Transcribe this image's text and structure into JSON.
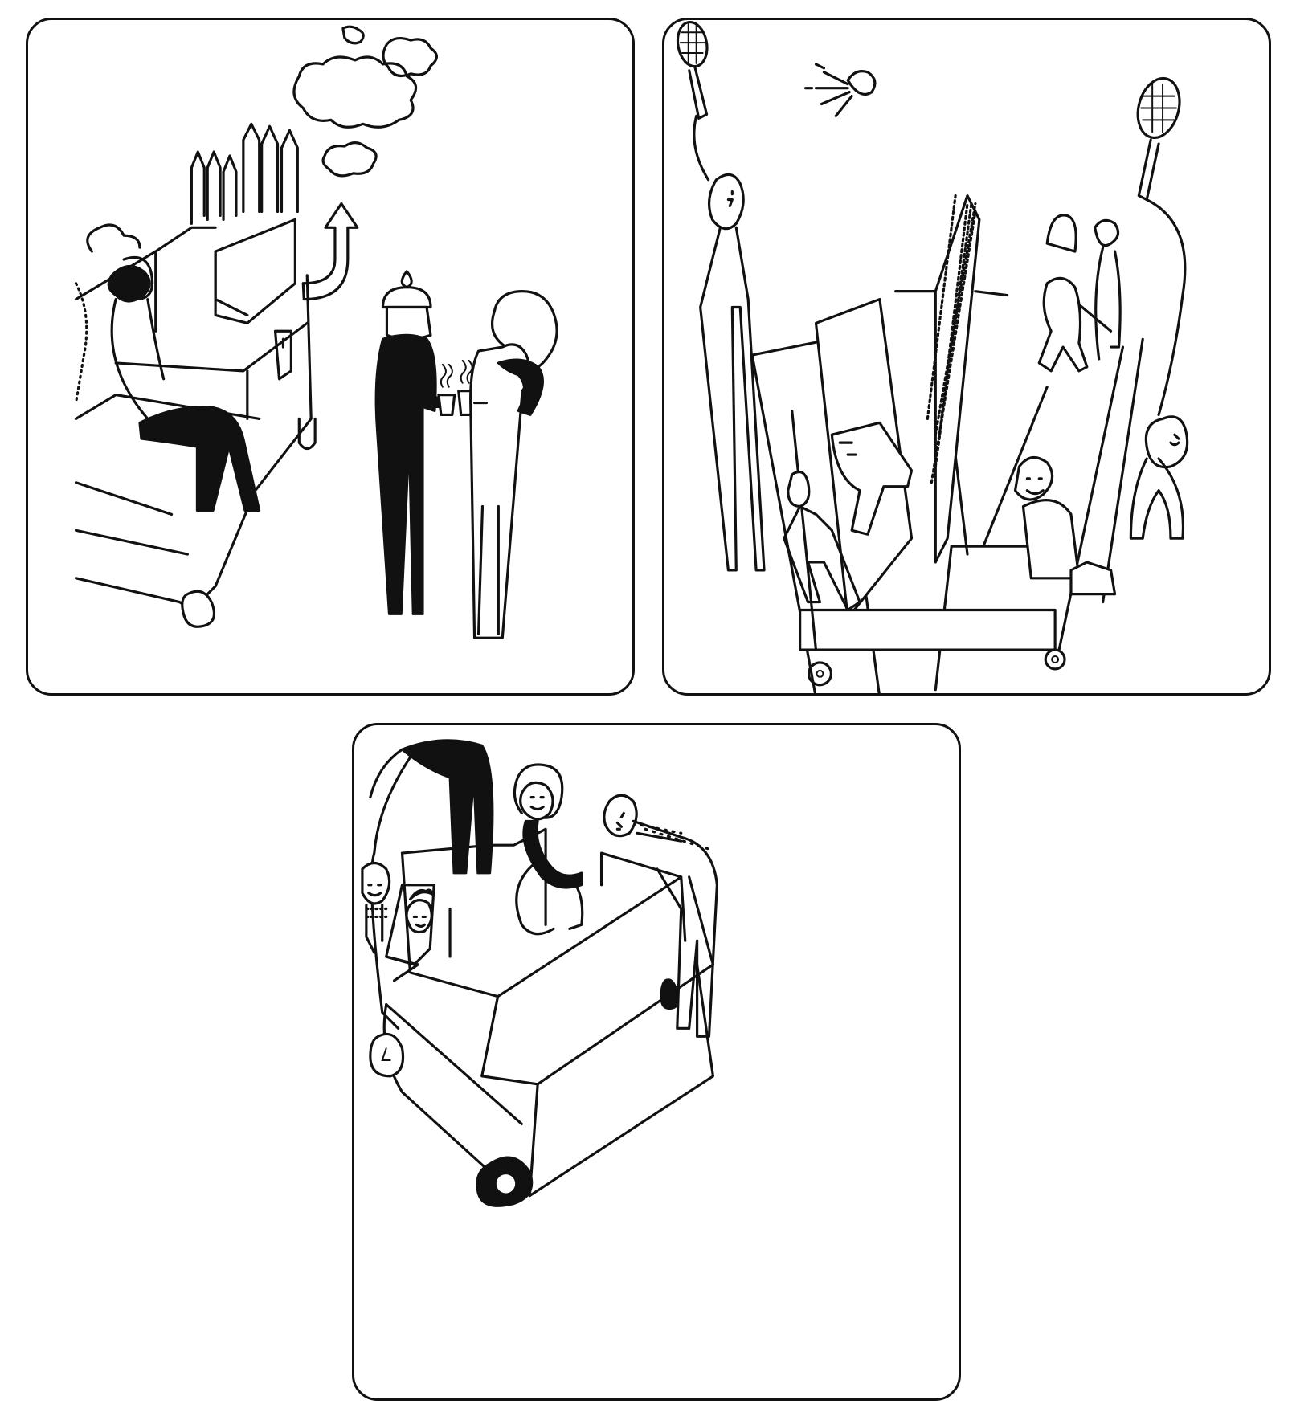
{
  "panels": [
    {
      "id": "panel-1",
      "scene": "street-cart-coffee"
    },
    {
      "id": "panel-2",
      "scene": "cart-badminton"
    },
    {
      "id": "panel-3",
      "scene": "cart-ride"
    }
  ],
  "colors": {
    "ink": "#111111",
    "paper": "#ffffff"
  }
}
